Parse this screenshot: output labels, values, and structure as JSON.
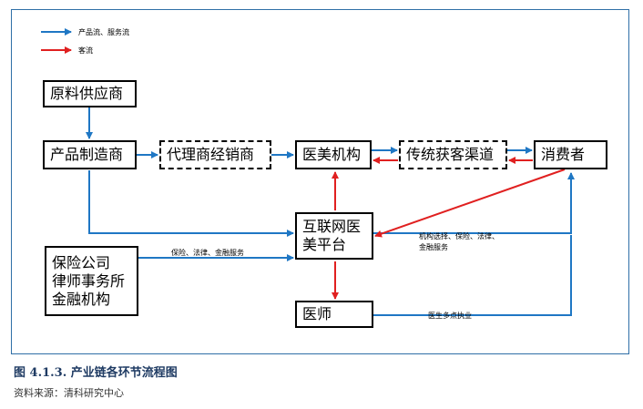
{
  "legend": {
    "product_flow": "产品流、服务流",
    "customer_flow": "客流"
  },
  "nodes": {
    "raw_material_supplier": "原料供应商",
    "product_manufacturer": "产品制造商",
    "agent_distributor": "代理商经销商",
    "medical_beauty_institution": "医美机构",
    "traditional_channel": "传统获客渠道",
    "consumer": "消费者",
    "internet_platform_line1": "互联网医",
    "internet_platform_line2": "美平台",
    "insurance_company": "保险公司",
    "law_firm": "律师事务所",
    "financial_institution": "金融机构",
    "doctor": "医师"
  },
  "edge_labels": {
    "insurance_legal_finance": "保险、法律、金融服务",
    "institution_selection_line1": "机构选择、保险、法律、",
    "institution_selection_line2": "金融服务",
    "doctor_multi_practice": "医生多点执业"
  },
  "colors": {
    "product_flow": "#1f77c4",
    "customer_flow": "#e02020",
    "frame_border": "#2f6fa7"
  },
  "caption": "图 4.1.3.  产业链各环节流程图",
  "source": "资料来源：清科研究中心"
}
